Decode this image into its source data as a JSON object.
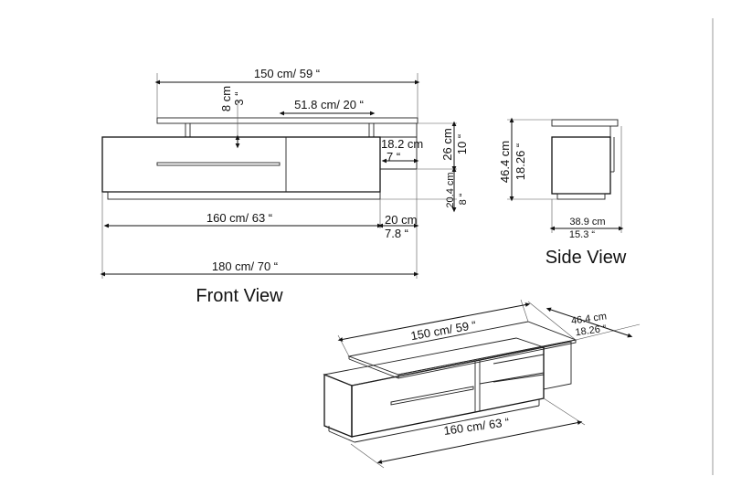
{
  "views": {
    "front_title": "Front View",
    "side_title": "Side View"
  },
  "front": {
    "top_width": "150 cm/ 59 “",
    "gap_height_cm": "8 cm",
    "gap_height_in": "3 “",
    "drawer_width": "51.8 cm/ 20 “",
    "depth_cm": "18.2 cm",
    "depth_in": "7 “",
    "height_cm": "26 cm",
    "height_in": "10 “",
    "body_height_cm": "20.4 cm",
    "body_height_in": "8 “",
    "body_width": "160 cm/ 63 “",
    "offset_cm": "20 cm",
    "offset_in": "7.8 “",
    "total_width": "180 cm/ 70 “"
  },
  "side": {
    "height_cm": "46.4 cm",
    "height_in": "18.26 “",
    "depth_cm": "38.9 cm",
    "depth_in": "15.3 “"
  },
  "iso": {
    "top_width": "150 cm/ 59 “",
    "depth_cm": "46.4 cm",
    "depth_in": "18.26 “",
    "body_width": "160 cm/ 63 “"
  }
}
